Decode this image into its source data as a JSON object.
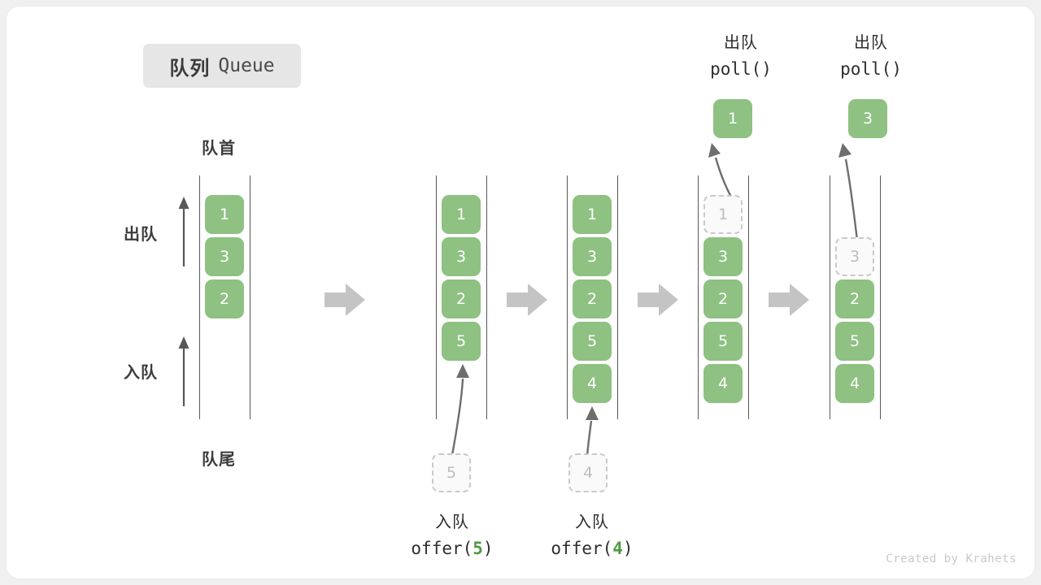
{
  "title": {
    "cn": "队列",
    "en": "Queue"
  },
  "labels": {
    "head": "队首",
    "tail": "队尾",
    "dequeue": "出队",
    "enqueue": "入队"
  },
  "credit": "Created by Krahets",
  "colors": {
    "box_fill": "#8ec182",
    "box_text": "#ffffff",
    "ghost_fill": "#fafafa",
    "ghost_border": "#c9c9c9",
    "ghost_text": "#bdbdbd",
    "rail": "#585858",
    "arrow_gray": "#c4c4c4",
    "curve_arrow": "#6e6e6e",
    "accent_green": "#4f9a43",
    "badge_bg": "#e6e6e6",
    "card_bg": "#ffffff",
    "page_bg": "#f0f0f0"
  },
  "side_ops": [
    {
      "name": "dequeue-arrow",
      "label": "出队"
    },
    {
      "name": "enqueue-arrow",
      "label": "入队"
    }
  ],
  "columns": [
    {
      "id": "col-1",
      "slots": [
        {
          "value": "1",
          "state": "filled"
        },
        {
          "value": "3",
          "state": "filled"
        },
        {
          "value": "2",
          "state": "filled"
        }
      ],
      "incoming": null,
      "outgoing": null,
      "caption": null
    },
    {
      "id": "col-2",
      "slots": [
        {
          "value": "1",
          "state": "filled"
        },
        {
          "value": "3",
          "state": "filled"
        },
        {
          "value": "2",
          "state": "filled"
        },
        {
          "value": "5",
          "state": "filled"
        }
      ],
      "incoming": {
        "value": "5",
        "state": "ghost"
      },
      "outgoing": null,
      "caption": {
        "line1": "入队",
        "line2_pre": "offer(",
        "line2_num": "5",
        "line2_post": ")"
      }
    },
    {
      "id": "col-3",
      "slots": [
        {
          "value": "1",
          "state": "filled"
        },
        {
          "value": "3",
          "state": "filled"
        },
        {
          "value": "2",
          "state": "filled"
        },
        {
          "value": "5",
          "state": "filled"
        },
        {
          "value": "4",
          "state": "filled"
        }
      ],
      "incoming": {
        "value": "4",
        "state": "ghost"
      },
      "outgoing": null,
      "caption": {
        "line1": "入队",
        "line2_pre": "offer(",
        "line2_num": "4",
        "line2_post": ")"
      }
    },
    {
      "id": "col-4",
      "slots": [
        {
          "value": "1",
          "state": "ghost"
        },
        {
          "value": "3",
          "state": "filled"
        },
        {
          "value": "2",
          "state": "filled"
        },
        {
          "value": "5",
          "state": "filled"
        },
        {
          "value": "4",
          "state": "filled"
        }
      ],
      "incoming": null,
      "outgoing": {
        "value": "1",
        "state": "filled"
      },
      "top_caption": {
        "line1": "出队",
        "line2_pre": "poll(",
        "line2_num": "",
        "line2_post": ")"
      }
    },
    {
      "id": "col-5",
      "slots": [
        {
          "value": "",
          "state": "empty"
        },
        {
          "value": "3",
          "state": "ghost"
        },
        {
          "value": "2",
          "state": "filled"
        },
        {
          "value": "5",
          "state": "filled"
        },
        {
          "value": "4",
          "state": "filled"
        }
      ],
      "incoming": null,
      "outgoing": {
        "value": "3",
        "state": "filled"
      },
      "top_caption": {
        "line1": "出队",
        "line2_pre": "poll(",
        "line2_num": "",
        "line2_post": ")"
      }
    }
  ],
  "step_arrows": [
    "step-arrow-1",
    "step-arrow-2",
    "step-arrow-3",
    "step-arrow-4"
  ]
}
